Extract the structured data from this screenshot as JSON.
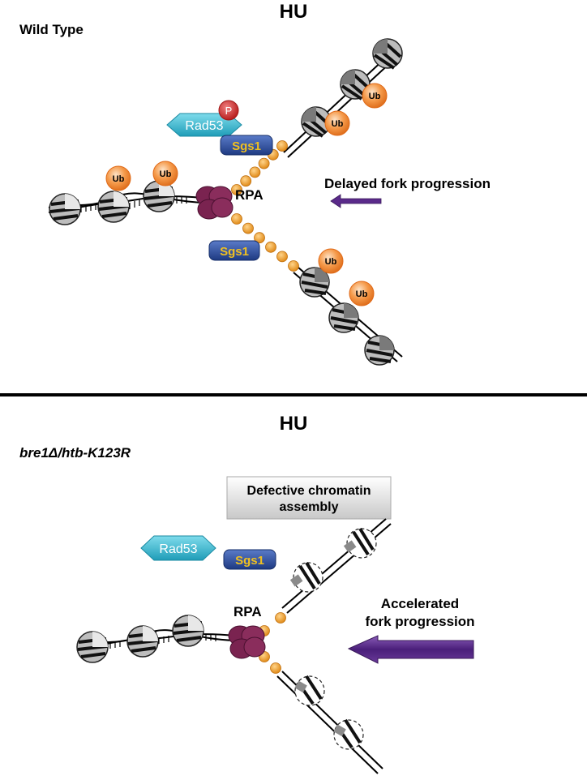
{
  "top_panel": {
    "title": "HU",
    "condition": "Wild Type",
    "rad53_label": "Rad53",
    "phospho_label": "P",
    "sgs1_label": "Sgs1",
    "rpa_label": "RPA",
    "ub_label": "Ub",
    "progression_label": "Delayed fork progression"
  },
  "bottom_panel": {
    "title": "HU",
    "condition": "bre1Δ/htb-K123R",
    "banner_line1": "Defective chromatin",
    "banner_line2": "assembly",
    "rad53_label": "Rad53",
    "sgs1_label": "Sgs1",
    "rpa_label": "RPA",
    "progression_line1": "Accelerated",
    "progression_line2": "fork progression"
  },
  "colors": {
    "ssdna_bead": "#f0a030",
    "ub_fill": "#f5903a",
    "rpa_fill": "#7a2350",
    "rad53_fill": "#2ab0c8",
    "sgs1_fill": "#2a4a9a",
    "phospho_fill": "#d43030",
    "arrow_purple": "#5a2a8a",
    "divider": "#000000"
  }
}
